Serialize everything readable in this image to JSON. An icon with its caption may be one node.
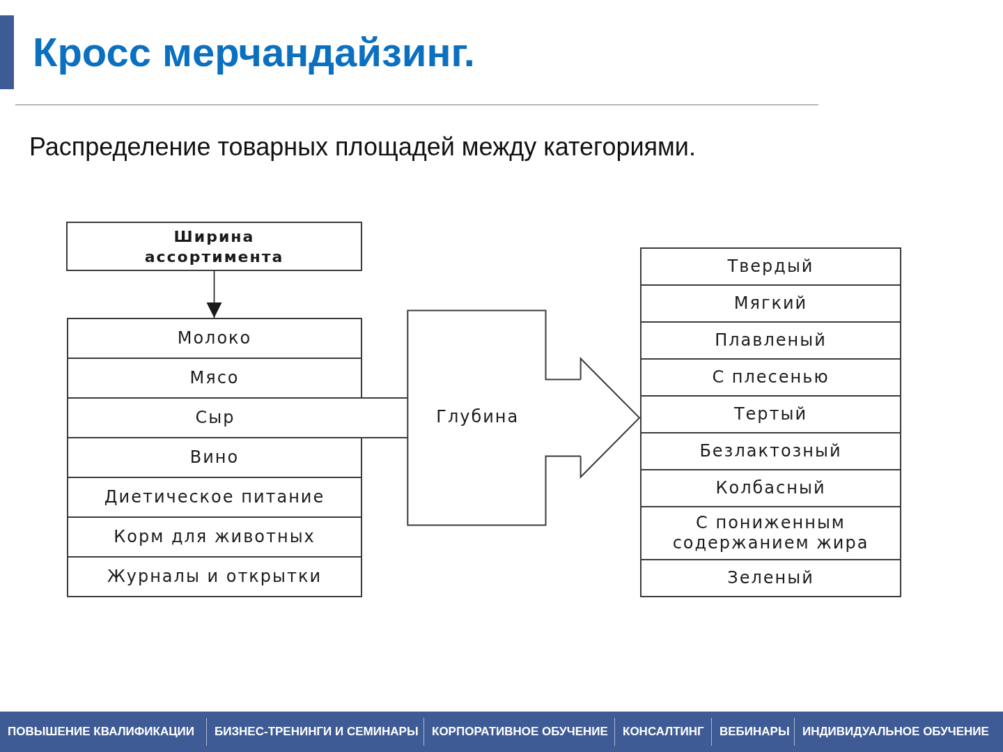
{
  "diagram": {
    "title": "Кросс мерчандайзинг.",
    "nodes": [
      {
        "text": [
          "Ширина ассортимента"
        ]
      },
      {
        "text": [],
        "shape": "box"
      },
      {
        "text": [
          "Молоко"
        ],
        "in": 1
      },
      {
        "text": [
          "Мясо"
        ],
        "in": 1
      },
      {
        "text": [
          "Сыр"
        ],
        "in": 1
      },
      {
        "text": [
          "Вино"
        ],
        "in": 1
      },
      {
        "text": [
          "Диетическое питание"
        ],
        "in": 1
      },
      {
        "text": [
          "Корм для животных"
        ],
        "in": 1
      },
      {
        "text": [
          "Журналы и открытки"
        ],
        "in": 1
      },
      {
        "text": [],
        "shape": "box"
      },
      {
        "text": [
          "Твердый"
        ],
        "in": 9
      },
      {
        "text": [
          "Мягкий"
        ],
        "in": 9
      },
      {
        "text": [
          "Плавленый"
        ],
        "in": 9
      },
      {
        "text": [
          "С плесенью"
        ],
        "in": 9
      },
      {
        "text": [
          "Тертый"
        ],
        "in": 9
      },
      {
        "text": [
          "Безлактозный"
        ],
        "in": 9
      },
      {
        "text": [
          "Колбасный"
        ],
        "in": 9
      },
      {
        "text": [
          "С пониженным содержанием жира"
        ],
        "in": 9
      },
      {
        "text": [
          "Зеленый"
        ],
        "in": 9
      }
    ],
    "edges": [
      {
        "from": 0,
        "to": 1,
        "arrow": "to"
      },
      {
        "from": 4,
        "to": 9,
        "arrow": "to",
        "label": "Глубина"
      }
    ],
    "labels": [
      "Распределение товарных площадей между категориями.",
      "ПОВЫШЕНИЕ КВАЛИФИКАЦИИ",
      "БИЗНЕС-ТРЕНИНГИ И СЕМИНАРЫ",
      "КОРПОРАТИВНОЕ ОБУЧЕНИЕ",
      "КОНСАЛТИНГ",
      "ВЕБИНАРЫ",
      "ИНДИВИДУАЛЬНОЕ ОБУЧЕНИЕ"
    ]
  }
}
